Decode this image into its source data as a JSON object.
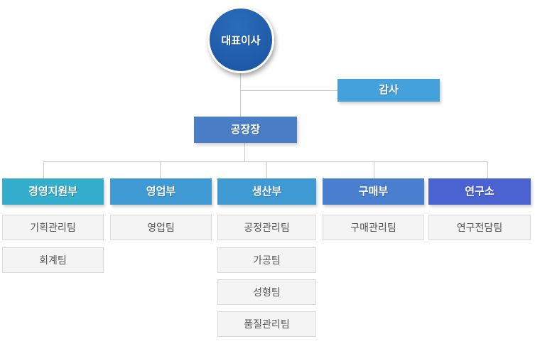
{
  "colors": {
    "ceo_gradient_top": "#2A6DB9",
    "ceo_gradient_bottom": "#1A52A0",
    "auditor": "#45A1DB",
    "factory_manager": "#4A7FC8",
    "connector_line": "#C9C9C9",
    "team_background": "#F4F4F4",
    "team_border": "#D9D9D9",
    "team_text": "#555555"
  },
  "nodes": {
    "ceo": "대표이사",
    "auditor": "감사",
    "factory_manager": "공장장"
  },
  "departments": [
    {
      "label": "경영지원부",
      "color": "#35ADCD",
      "teams": [
        "기획관리팀",
        "회계팀"
      ]
    },
    {
      "label": "영업부",
      "color": "#3F9AD4",
      "teams": [
        "영업팀"
      ]
    },
    {
      "label": "생산부",
      "color": "#3F9AD4",
      "teams": [
        "공정관리팀",
        "가공팀",
        "성형팀",
        "품질관리팀"
      ]
    },
    {
      "label": "구매부",
      "color": "#4A7FD0",
      "teams": [
        "구매관리팀"
      ]
    },
    {
      "label": "연구소",
      "color": "#4A63D0",
      "teams": [
        "연구전담팀"
      ]
    }
  ]
}
